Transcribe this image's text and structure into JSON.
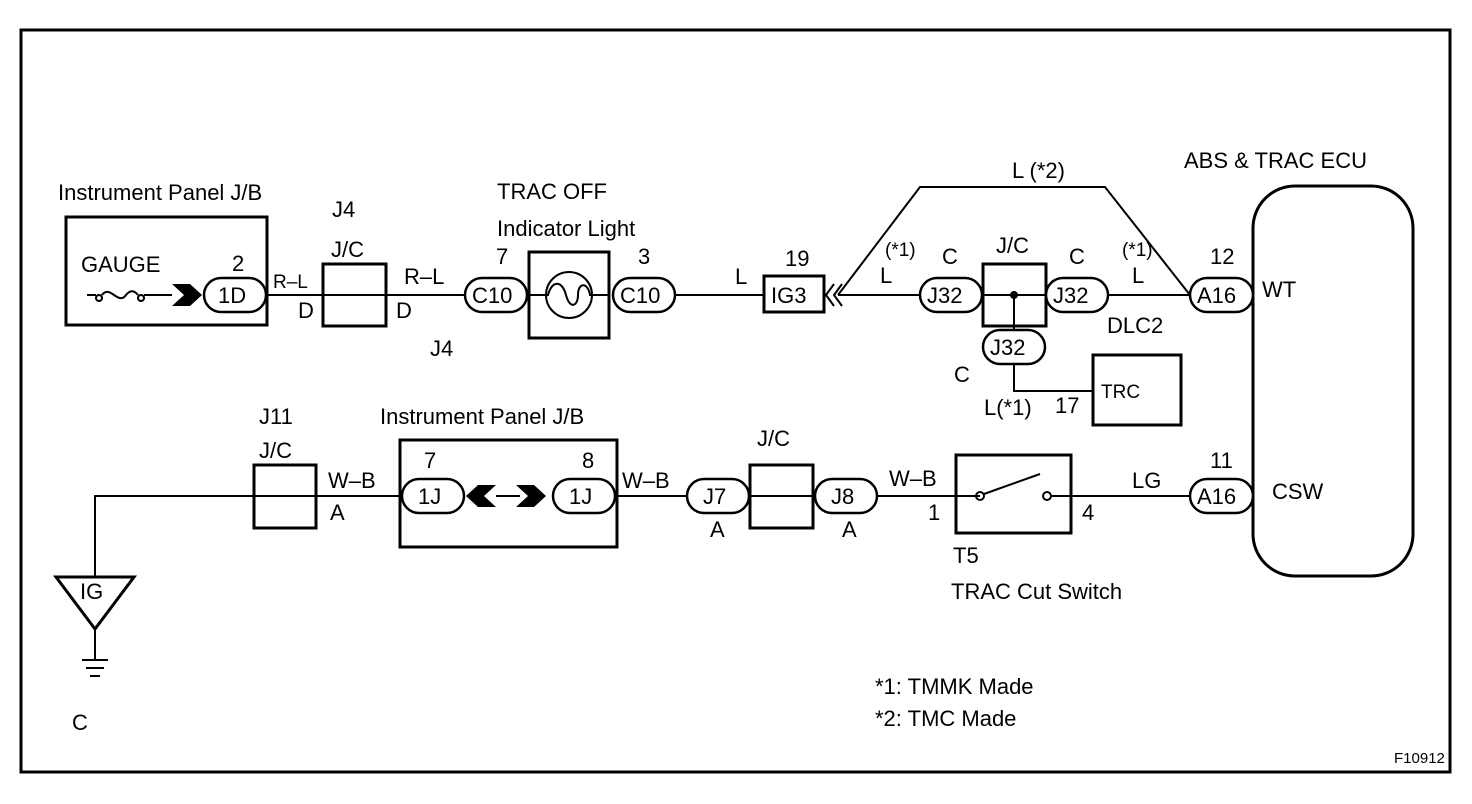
{
  "title": {
    "instrument_panel_jb_top": "Instrument Panel J/B",
    "instrument_panel_jb_bottom": "Instrument Panel J/B",
    "trac_off_line1": "TRAC OFF",
    "trac_off_line2": "Indicator Light",
    "ecu": "ABS & TRAC ECU",
    "trac_cut_switch": "TRAC Cut Switch"
  },
  "labels": {
    "gauge": "GAUGE",
    "pin_2": "2",
    "conn_1d": "1D",
    "j4_top": "J4",
    "jc_j4": "J/C",
    "r_l_left": "R–L",
    "r_l_right": "R–L",
    "d_left": "D",
    "d_right": "D",
    "j4_bottom": "J4",
    "pin_7_c10": "7",
    "conn_c10_left": "C10",
    "pin_3_c10": "3",
    "conn_c10_right": "C10",
    "wire_l_ig3": "L",
    "pin_19": "19",
    "conn_ig3": "IG3",
    "wire_l_tmc": "L (*2)",
    "note1_left": "(*1)",
    "l_left": "L",
    "c_left": "C",
    "conn_j32_left": "J32",
    "jc_j32": "J/C",
    "c_right": "C",
    "conn_j32_right": "J32",
    "note1_right": "(*1)",
    "l_right": "L",
    "pin_12": "12",
    "conn_a16_top": "A16",
    "wt": "WT",
    "dlc2": "DLC2",
    "c_bottom": "C",
    "conn_j32_bottom": "J32",
    "l_note1_trc": "L(*1)",
    "pin_17": "17",
    "trc": "TRC",
    "j11": "J11",
    "jc_j11": "J/C",
    "wb_j11": "W–B",
    "a_j11": "A",
    "pin_7_1j": "7",
    "conn_1j_left": "1J",
    "pin_8_1j": "8",
    "conn_1j_right": "1J",
    "wb_j7": "W–B",
    "conn_j7": "J7",
    "a_j7": "A",
    "jc_j7j8": "J/C",
    "conn_j8": "J8",
    "a_j8": "A",
    "wb_t5": "W–B",
    "pin_1_t5": "1",
    "pin_4_t5": "4",
    "t5": "T5",
    "lg": "LG",
    "pin_11": "11",
    "conn_a16_bottom": "A16",
    "csw": "CSW",
    "ig": "IG",
    "ground_ref": "C",
    "figure_code": "F10912"
  },
  "notes": {
    "note1": "*1: TMMK Made",
    "note2": "*2: TMC Made"
  }
}
